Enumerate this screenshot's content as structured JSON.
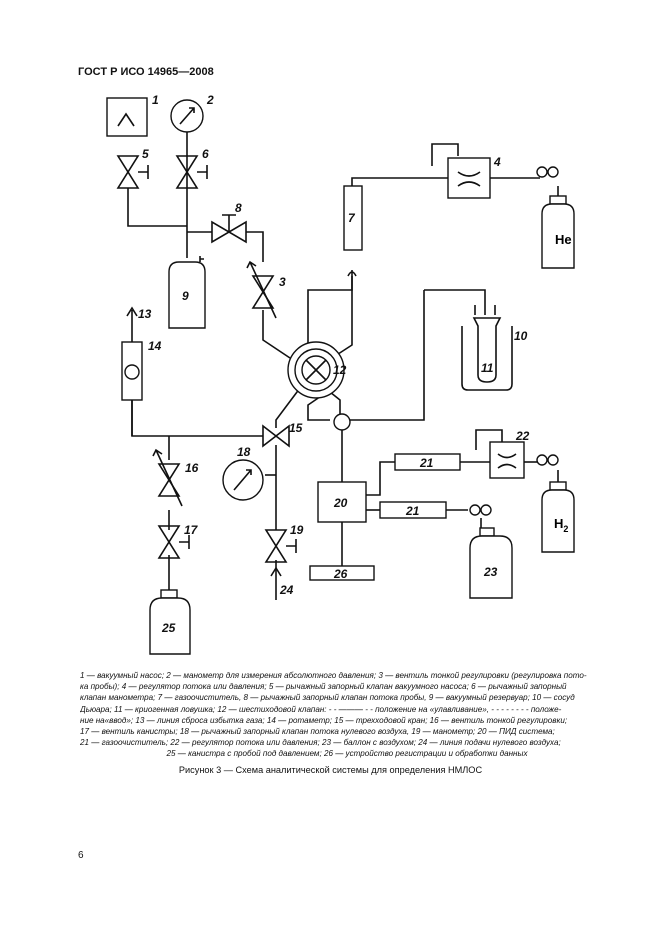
{
  "header": {
    "standard": "ГОСТ Р ИСО 14965—2008"
  },
  "diagram": {
    "labels": [
      "1",
      "2",
      "3",
      "4",
      "5",
      "6",
      "7",
      "8",
      "9",
      "10",
      "11",
      "12",
      "13",
      "14",
      "15",
      "16",
      "17",
      "18",
      "19",
      "20",
      "21",
      "21",
      "22",
      "23",
      "24",
      "25",
      "26"
    ],
    "gas_he": "He",
    "gas_h2": "H",
    "gas_h2_sub": "2"
  },
  "legend": {
    "lines": [
      "1 — вакуумный насос; 2 — манометр для измерения абсолютного давления; 3 — вентиль тонкой регулировки (регулировка пото-",
      "ка пробы); 4 — регулятор потока или давления; 5 — рычажный запорный клапан вакуумного насоса; 6 — рычажный запорный",
      "клапан манометра; 7 — газоочиститель, 8 — рычажный запорный клапан потока пробы, 9 — вакуумный резервуар; 10 — сосуд",
      "Дьюара; 11 — криогенная ловушка; 12 — шестиходовой клапан: - - ——— - - положение на «улавливание», - - - - - - - - положе-",
      "ние на«ввод»; 13 — линия сброса избытка газа; 14 — ротаметр; 15 — трехходовой кран; 16 — вентиль тонкой регулировки;",
      "17 — вентиль канистры; 18 — рычажный запорный клапан потока нулевого воздуха, 19 — манометр; 20 — ПИД система;",
      "21 — газоочиститель; 22 — регулятор потока или давления; 23 — баллон с воздухом; 24 — линия подачи нулевого воздуха;",
      "25 — канистра с пробой под давлением; 26 — устройство регистрации и обработки данных"
    ]
  },
  "caption": "Рисунок 3 — Схема аналитической системы для определения НМЛОС",
  "page_number": "6"
}
